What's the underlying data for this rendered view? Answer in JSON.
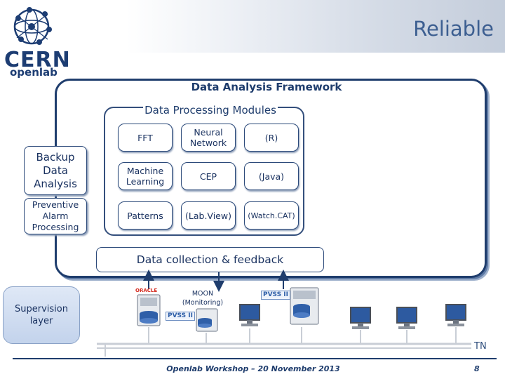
{
  "header": {
    "title": "Reliable"
  },
  "logo": {
    "name": "CERN",
    "sub": "openlab"
  },
  "framework": {
    "title": "Data Analysis Framework"
  },
  "processing": {
    "title": "Data Processing Modules",
    "modules": [
      [
        "FFT",
        "Neural Network",
        "(R)"
      ],
      [
        "Machine Learning",
        "CEP",
        "(Java)"
      ],
      [
        "Patterns",
        "(Lab.View)",
        "(Watch.CAT)"
      ]
    ]
  },
  "side": {
    "backup": "Backup Data Analysis",
    "alarm": "Preventive Alarm Processing"
  },
  "collection": {
    "label": "Data collection & feedback"
  },
  "supervision": {
    "label": "Supervision layer"
  },
  "devices": {
    "moon": "MOON (Monitoring)",
    "pvss_1": "PVSS II",
    "pvss_2": "PVSS II",
    "oracle": "ORACLE"
  },
  "network": {
    "label": "TN"
  },
  "footer": {
    "text": "Openlab Workshop – 20 November 2013",
    "page": "8"
  },
  "colors": {
    "primary": "#1f3d6d",
    "accent": "#3d5f91"
  },
  "icons": [
    "globe-icon",
    "database-server-icon",
    "monitor-icon",
    "arrow-down-icon",
    "arrow-up-icon"
  ]
}
